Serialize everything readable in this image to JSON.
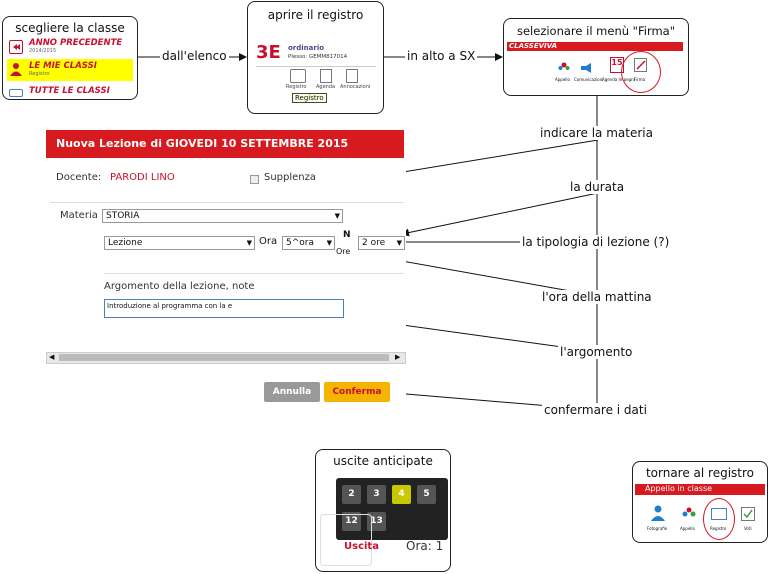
{
  "steps": {
    "scegliere": {
      "title": "scegliere la classe",
      "rows": [
        {
          "label": "ANNO PRECEDENTE",
          "sub": "2014/2015"
        },
        {
          "label": "LE MIE CLASSI",
          "sub": "Registro"
        },
        {
          "label": "TUTTE LE CLASSI",
          "sub": ""
        }
      ]
    },
    "aprire": {
      "title": "aprire il registro",
      "class_code": "3E",
      "class_type": "ordinario",
      "plesso": "Plesso: GEMM817014",
      "icons": [
        "Registro",
        "Agenda",
        "Annocazioni"
      ],
      "tooltip": "Registro"
    },
    "firma": {
      "title": "selezionare il menù \"Firma\"",
      "brand": "CLASSEVIVA",
      "icons": [
        "Appello",
        "Comunicazioni",
        "Agenda Impegni",
        "Firma"
      ],
      "calendar_day": "15"
    },
    "uscite": {
      "title": "uscite anticipate",
      "numbers": [
        "2",
        "3",
        "4",
        "5",
        "12",
        "13"
      ],
      "highlighted": "4",
      "uscita_label": "Uscita",
      "ora_label": "Ora: 1"
    },
    "tornare": {
      "title": "tornare al registro",
      "bar_text": "Appello in classe",
      "icons": [
        "Fotografie",
        "Appello",
        "Registro",
        "Voti"
      ]
    }
  },
  "connectors": {
    "dall_elenco": "dall'elenco",
    "in_alto": "in alto a SX"
  },
  "annotations": [
    "indicare la materia",
    "la durata",
    "la tipologia di lezione (?)",
    "l'ora della mattina",
    "l'argomento",
    "confermare i dati"
  ],
  "form": {
    "header": "Nuova Lezione di GIOVEDI 10 SETTEMBRE 2015",
    "docente_label": "Docente:",
    "docente_value": "PARODI LINO",
    "supplenza_label": "Supplenza",
    "materia_label": "Materia",
    "materia_value": "STORIA",
    "lezione_value": "Lezione",
    "ora_label": "Ora",
    "ora_value": "5^ora",
    "n_label": "N",
    "ore_label": "Ore",
    "durata_value": "2 ore",
    "argomento_label": "Argomento della lezione, note",
    "argomento_value": "Introduzione al programma con la e",
    "annulla_label": "Annulla",
    "conferma_label": "Conferma"
  },
  "colors": {
    "accent_red": "#d71920",
    "confirm_yellow": "#f5b400",
    "highlight_yellow": "#ffff00",
    "num_highlight": "#c8c800"
  }
}
